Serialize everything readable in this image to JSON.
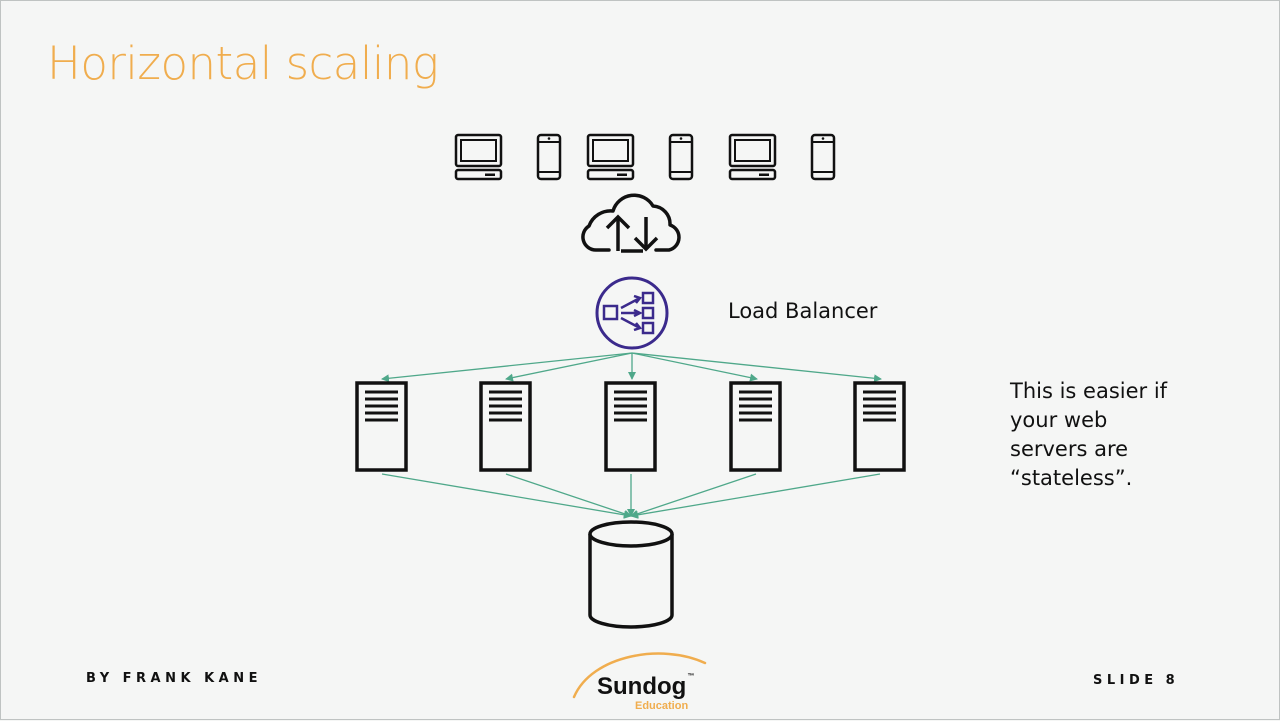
{
  "slide": {
    "title": "Horizontal scaling",
    "load_balancer_label": "Load Balancer",
    "note_lines": [
      "This is easier if",
      "your web",
      "servers are",
      "“stateless”."
    ],
    "footer_author": "BY FRANK KANE",
    "footer_slide_label": "SLIDE",
    "footer_slide_number": "8",
    "logo_text": "Sundog",
    "logo_tm": "™",
    "logo_subtext": "Education"
  },
  "diagram": {
    "clients": [
      "laptop",
      "phone",
      "laptop",
      "phone",
      "laptop",
      "phone"
    ],
    "server_count": 5,
    "colors": {
      "title": "#f0ad4e",
      "arrows": "#4fa88a",
      "load_balancer": "#3b2a8c",
      "icons": "#111111"
    }
  }
}
